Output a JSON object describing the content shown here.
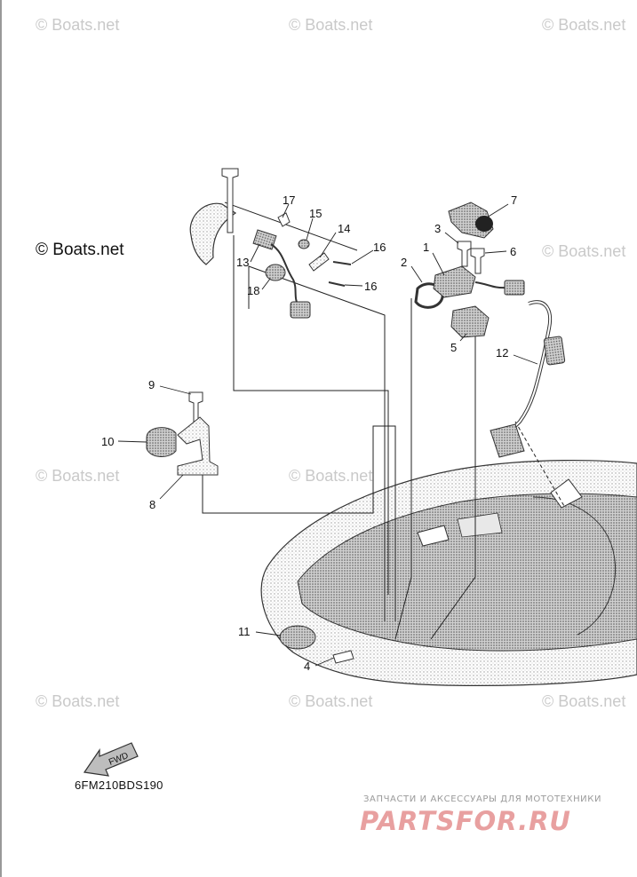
{
  "diagram": {
    "watermarks": [
      "© Boats.net"
    ],
    "copyright_label": "© Boats.net",
    "diagram_code": "6FM210BDS190",
    "fwd_label": "FWD",
    "callouts": [
      "1",
      "2",
      "3",
      "4",
      "5",
      "6",
      "7",
      "8",
      "9",
      "10",
      "11",
      "12",
      "13",
      "14",
      "15",
      "16",
      "16",
      "17",
      "18"
    ],
    "brand": {
      "tagline": "ЗАПЧАСТИ И АКСЕССУАРЫ ДЛЯ МОТОТЕХНИКИ",
      "logo": "PARTSFOR.RU"
    },
    "colors": {
      "line": "#222222",
      "watermark": "#c9c9c9",
      "brand_logo": "#e8a0a0"
    }
  }
}
